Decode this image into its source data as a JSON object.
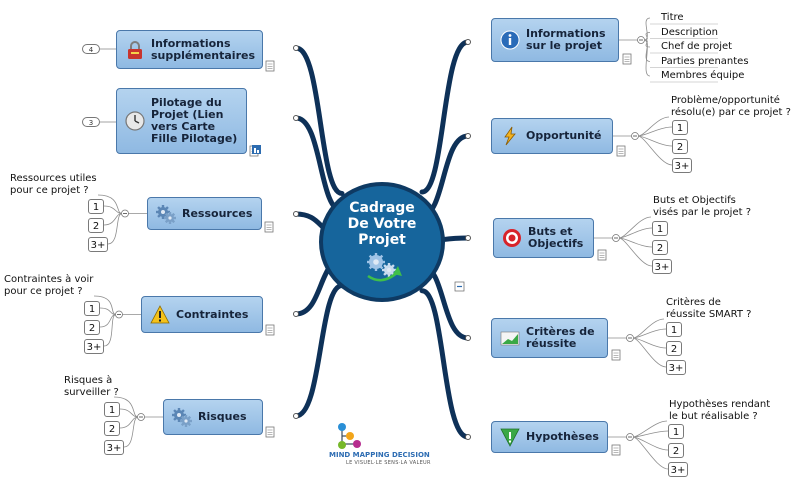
{
  "center": {
    "title": "Cadrage\nDe Votre\nProjet",
    "icon": "gears-arrow-icon"
  },
  "colors": {
    "branch": "#0e3158",
    "center_fill": "#16659c",
    "center_ring": "#0e3a63",
    "node_fill": "#a6c8ea",
    "connector": "#8d8d8d"
  },
  "right_branches": [
    {
      "key": "informations",
      "label": "Informations\nsur le projet",
      "icon": "info-icon",
      "children": [
        "Titre",
        "Description",
        "Chef de projet",
        "Parties prenantes",
        "Membres équipe"
      ]
    },
    {
      "key": "opportunite",
      "label": "Opportunité",
      "icon": "lightning-icon",
      "question": "Problème/opportunité\nrésolu(e) par ce projet ?",
      "options": [
        "1",
        "2",
        "3+"
      ]
    },
    {
      "key": "buts",
      "label": "Buts et\nObjectifs",
      "icon": "target-icon",
      "question": "Buts et Objectifs\nvisés par le projet ?",
      "options": [
        "1",
        "2",
        "3+"
      ]
    },
    {
      "key": "criteres",
      "label": "Critères de\nréussite",
      "icon": "chart-icon",
      "question": "Critères de\nréussite SMART ?",
      "options": [
        "1",
        "2",
        "3+"
      ]
    },
    {
      "key": "hypotheses",
      "label": "Hypothèses",
      "icon": "check-triangle-icon",
      "question": "Hypothèses rendant\nle but réalisable ?",
      "options": [
        "1",
        "2",
        "3+"
      ]
    }
  ],
  "left_branches": [
    {
      "key": "info_supp",
      "label": "Informations\nsupplémentaires",
      "icon": "lock-icon",
      "count": "4"
    },
    {
      "key": "pilotage",
      "label": "Pilotage du\nProjet (Lien\nvers Carte\nFille Pilotage)",
      "icon": "clock-icon",
      "count": "3"
    },
    {
      "key": "ressources",
      "label": "Ressources",
      "icon": "gears-icon",
      "question": "Ressources utiles\npour ce projet ?",
      "options": [
        "1",
        "2",
        "3+"
      ]
    },
    {
      "key": "contraintes",
      "label": "Contraintes",
      "icon": "warning-icon",
      "question": "Contraintes à voir\npour ce projet ?",
      "options": [
        "1",
        "2",
        "3+"
      ]
    },
    {
      "key": "risques",
      "label": "Risques",
      "icon": "gears-icon",
      "question": "Risques à\nsurveiller ?",
      "options": [
        "1",
        "2",
        "3+"
      ]
    }
  ],
  "logo": {
    "name": "MIND MAPPING DECISION",
    "tagline": "LE VISUEL·LE SENS·LA VALEUR"
  }
}
